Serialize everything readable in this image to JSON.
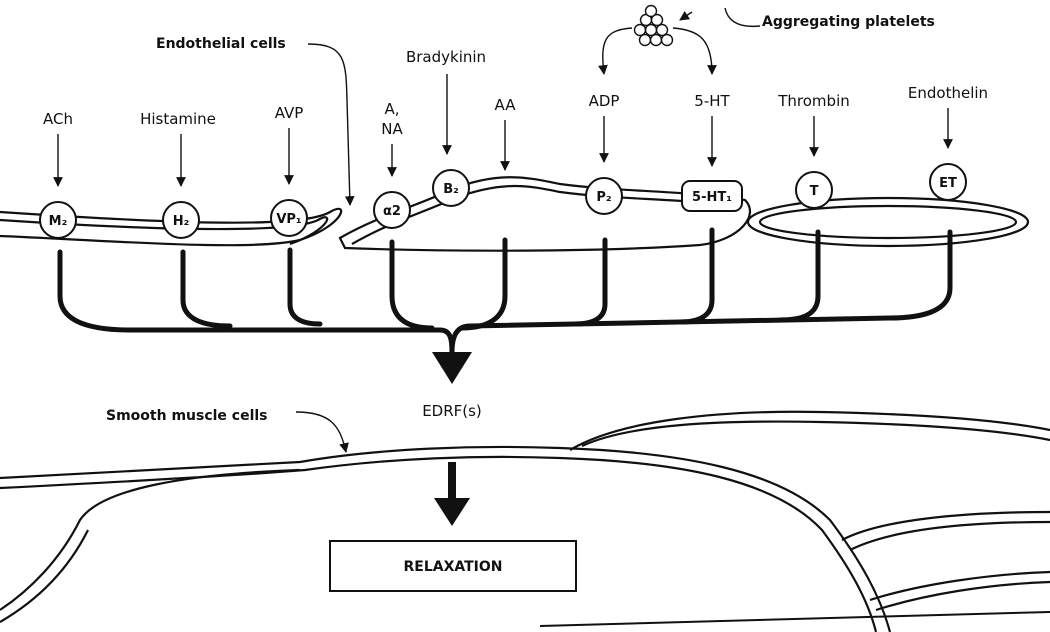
{
  "labels": {
    "endothelial_cells": "Endothelial cells",
    "aggregating_platelets": "Aggregating platelets",
    "smooth_muscle_cells": "Smooth muscle cells",
    "edrf": "EDRF(s)",
    "relaxation": "RELAXATION"
  },
  "agonists": {
    "ach": "ACh",
    "histamine": "Histamine",
    "avp": "AVP",
    "a_line1": "A,",
    "a_line2": "NA",
    "bradykinin": "Bradykinin",
    "aa": "AA",
    "adp": "ADP",
    "serotonin": "5-HT",
    "thrombin": "Thrombin",
    "endothelin": "Endothelin"
  },
  "receptors": {
    "m2": "M₂",
    "h2": "H₂",
    "vp1": "VP₁",
    "alpha2": "α2",
    "b2": "B₂",
    "p2": "P₂",
    "ht1": "5-HT₁",
    "t": "T",
    "et": "ET"
  }
}
